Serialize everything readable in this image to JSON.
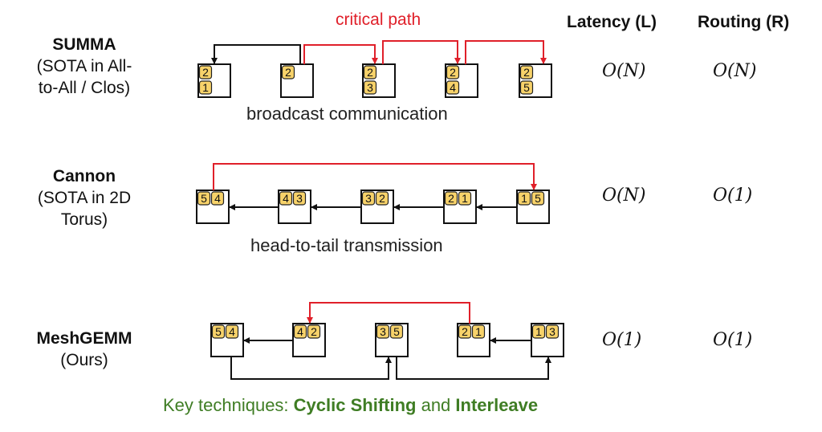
{
  "columns": {
    "latency": "Latency (L)",
    "routing": "Routing (R)"
  },
  "critical_path_label": "critical path",
  "rows": [
    {
      "name": "SUMMA",
      "sub": [
        "(SOTA in All-",
        "to-All / Clos)"
      ],
      "caption": "broadcast communication",
      "latency": "O(N)",
      "routing": "O(N)",
      "nodes": [
        [
          "2",
          "1"
        ],
        [
          "2"
        ],
        [
          "2",
          "3"
        ],
        [
          "2",
          "4"
        ],
        [
          "2",
          "5"
        ]
      ]
    },
    {
      "name": "Cannon",
      "sub": [
        "(SOTA in 2D",
        "Torus)"
      ],
      "caption": "head-to-tail transmission",
      "latency": "O(N)",
      "routing": "O(1)",
      "nodes": [
        [
          "5",
          "4"
        ],
        [
          "4",
          "3"
        ],
        [
          "3",
          "2"
        ],
        [
          "2",
          "1"
        ],
        [
          "1",
          "5"
        ]
      ]
    },
    {
      "name": "MeshGEMM",
      "sub": [
        "(Ours)"
      ],
      "caption": "",
      "latency": "O(1)",
      "routing": "O(1)",
      "nodes": [
        [
          "5",
          "4"
        ],
        [
          "4",
          "2"
        ],
        [
          "3",
          "5"
        ],
        [
          "2",
          "1"
        ],
        [
          "1",
          "3"
        ]
      ]
    }
  ],
  "footer": {
    "prefix": "Key techniques: ",
    "tech1": "Cyclic Shifting",
    "mid": " and ",
    "tech2": "Interleave"
  },
  "colors": {
    "critical": "#e0202a",
    "tile": "#f7d26a",
    "footer": "#3f7d24",
    "line": "#111111"
  }
}
